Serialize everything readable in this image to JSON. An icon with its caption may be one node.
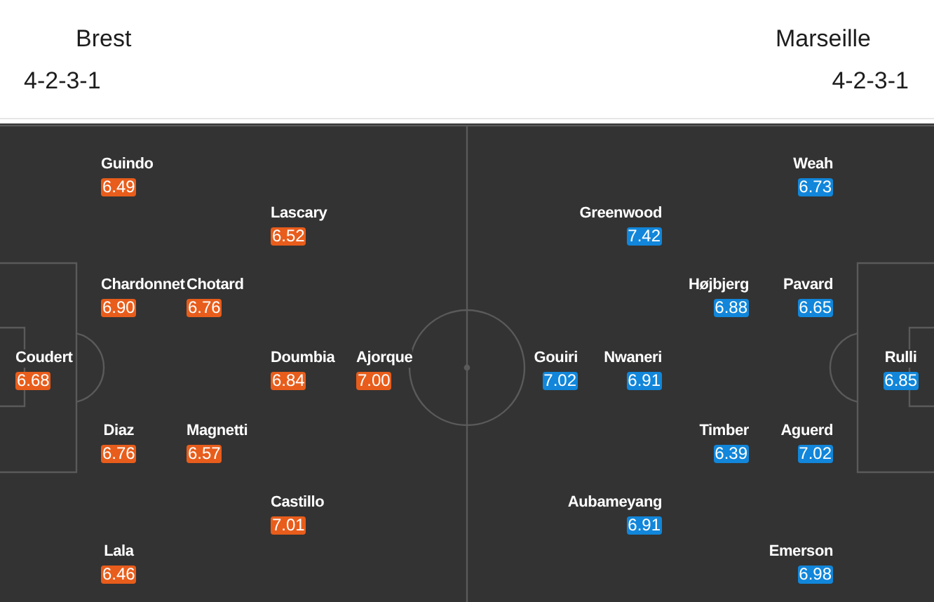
{
  "diagram": {
    "nodes": [
      {
        "text": [
          "Guindo",
          "6.49"
        ]
      },
      {
        "text": [
          "Lascary",
          "6.52"
        ]
      },
      {
        "text": [
          "Chardonnet",
          "6.90"
        ]
      },
      {
        "text": [
          "Chotard",
          "6.76"
        ]
      },
      {
        "text": [
          "Coudert",
          "6.68"
        ]
      },
      {
        "text": [
          "Doumbia",
          "6.84"
        ]
      },
      {
        "text": [
          "Ajorque",
          "7.00"
        ]
      },
      {
        "text": [
          "Diaz",
          "6.76"
        ]
      },
      {
        "text": [
          "Magnetti",
          "6.57"
        ]
      },
      {
        "text": [
          "Castillo",
          "7.01"
        ]
      },
      {
        "text": [
          "Lala",
          "6.46"
        ]
      },
      {
        "text": [
          "Weah",
          "6.73"
        ]
      },
      {
        "text": [
          "Greenwood",
          "7.42"
        ]
      },
      {
        "text": [
          "Højbjerg",
          "6.88"
        ]
      },
      {
        "text": [
          "Pavard",
          "6.65"
        ]
      },
      {
        "text": [
          "Gouiri",
          "7.02"
        ]
      },
      {
        "text": [
          "Nwaneri",
          "6.91"
        ]
      },
      {
        "text": [
          "Rulli",
          "6.85"
        ]
      },
      {
        "text": [
          "Timber",
          "6.39"
        ]
      },
      {
        "text": [
          "Aguerd",
          "7.02"
        ]
      },
      {
        "text": [
          "Aubameyang",
          "6.91"
        ]
      },
      {
        "text": [
          "Emerson",
          "6.98"
        ]
      }
    ],
    "labels": [
      "Brest",
      "Marseille",
      "4-2-3-1",
      "4-2-3-1"
    ]
  }
}
